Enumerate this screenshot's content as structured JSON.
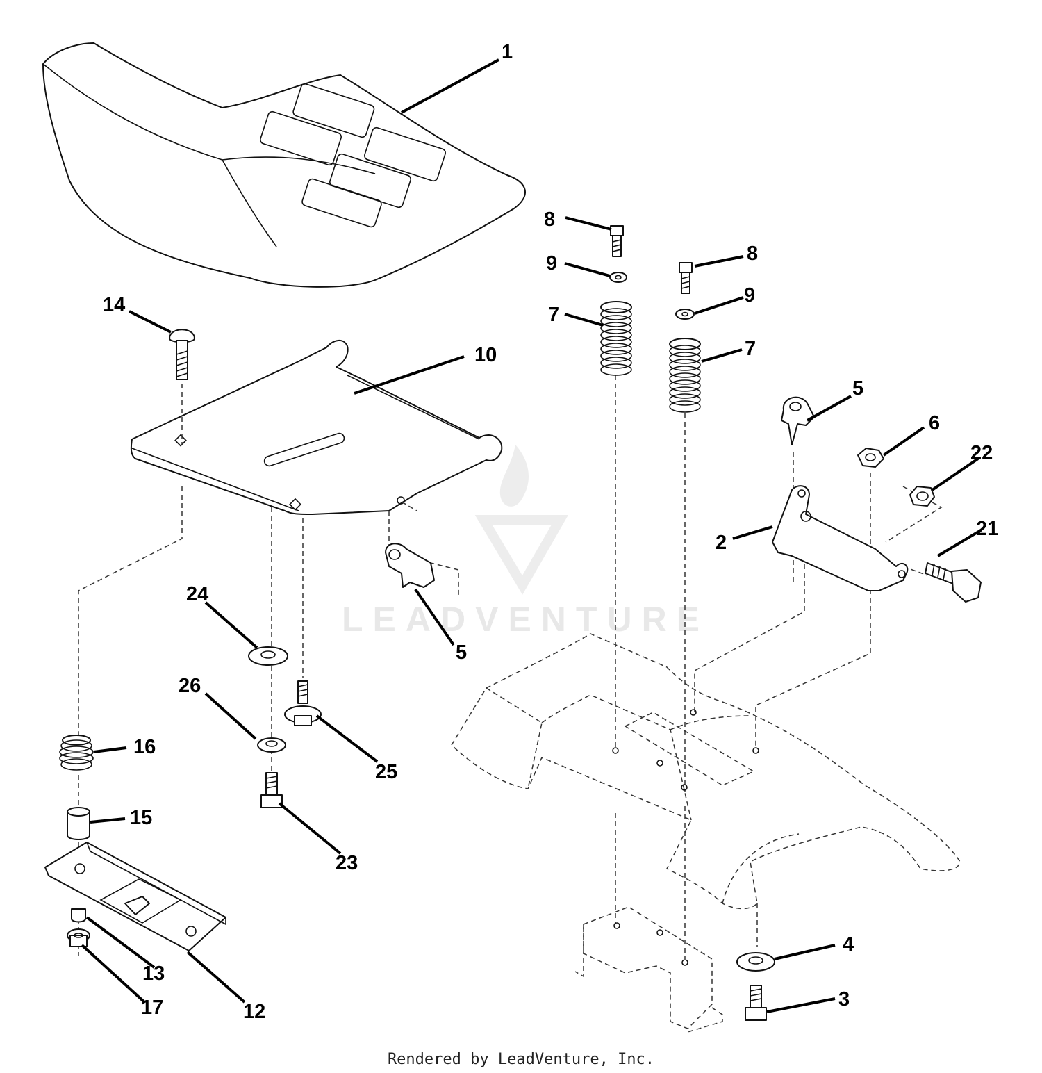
{
  "watermark": "LEADVENTURE",
  "footer": "Rendered by LeadVenture, Inc.",
  "callouts": {
    "c1": "1",
    "c2": "2",
    "c3": "3",
    "c4": "4",
    "c5a": "5",
    "c5b": "5",
    "c6": "6",
    "c7a": "7",
    "c7b": "7",
    "c8a": "8",
    "c8b": "8",
    "c9a": "9",
    "c9b": "9",
    "c10": "10",
    "c12": "12",
    "c13": "13",
    "c14": "14",
    "c15": "15",
    "c16": "16",
    "c17": "17",
    "c21": "21",
    "c22": "22",
    "c23": "23",
    "c24": "24",
    "c25": "25",
    "c26": "26"
  }
}
